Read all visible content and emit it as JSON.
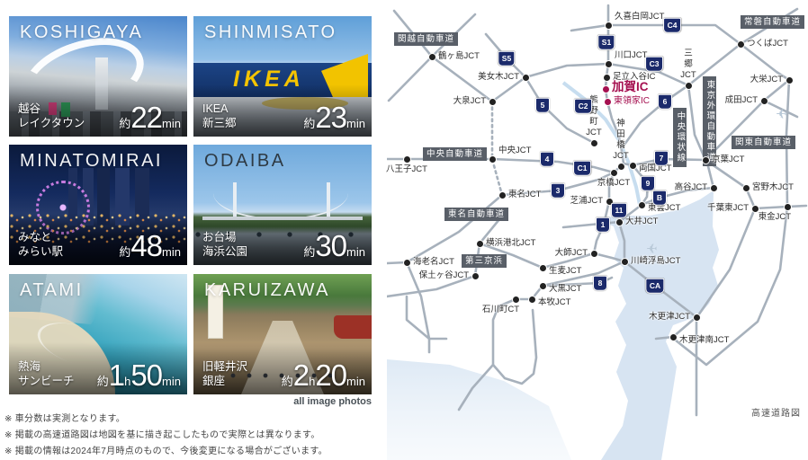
{
  "cards": [
    {
      "title": "KOSHIGAYA",
      "name_line1": "越谷",
      "name_line2": "レイクタウン",
      "time_prefix": "約",
      "time_min": "22",
      "time_unit": "min"
    },
    {
      "title": "SHINMISATO",
      "name_line1": "IKEA",
      "name_line2": "新三郷",
      "time_prefix": "約",
      "time_min": "23",
      "time_unit": "min",
      "photo_sign": "IKEA"
    },
    {
      "title": "MINATOMIRAI",
      "name_line1": "みなと",
      "name_line2": "みらい駅",
      "time_prefix": "約",
      "time_min": "48",
      "time_unit": "min"
    },
    {
      "title": "ODAIBA",
      "name_line1": "お台場",
      "name_line2": "海浜公園",
      "time_prefix": "約",
      "time_min": "30",
      "time_unit": "min"
    },
    {
      "title": "ATAMI",
      "name_line1": "熱海",
      "name_line2": "サンビーチ",
      "time_prefix": "約",
      "time_h": "1",
      "time_h_unit": "h",
      "time_min": "50",
      "time_unit": "min"
    },
    {
      "title": "KARUIZAWA",
      "name_line1": "旧軽井沢",
      "name_line2": "銀座",
      "time_prefix": "約",
      "time_h": "2",
      "time_h_unit": "h",
      "time_min": "20",
      "time_unit": "min"
    }
  ],
  "credit": "all image photos",
  "notes": [
    "※ 車分数は実測となります。",
    "※ 掲載の高速道路図は地図を基に描き起こしたもので実際とは異なります。",
    "※ 掲載の情報は2024年7月時点のもので、今後変更になる場合がございます。"
  ],
  "map": {
    "caption": "高速道路図",
    "plane_glyph": "✈",
    "junctions": [
      {
        "name": "鶴ヶ島JCT"
      },
      {
        "name": "美女木JCT"
      },
      {
        "name": "大泉JCT"
      },
      {
        "name": "久喜白岡JCT"
      },
      {
        "name": "つくばJCT"
      },
      {
        "name": "川口JCT"
      },
      {
        "name": "三郷\nJCT"
      },
      {
        "name": "大栄JCT"
      },
      {
        "name": "成田JCT"
      },
      {
        "name": "足立入谷IC"
      },
      {
        "name": "熊野町JCT"
      },
      {
        "name": "神田橋JCT"
      },
      {
        "name": "両国JCT"
      },
      {
        "name": "京橋JCT"
      },
      {
        "name": "芝浦JCT"
      },
      {
        "name": "東雲JCT"
      },
      {
        "name": "大井JCT"
      },
      {
        "name": "京葉JCT"
      },
      {
        "name": "高谷JCT"
      },
      {
        "name": "宮野木JCT"
      },
      {
        "name": "千葉東JCT"
      },
      {
        "name": "東金JCT"
      },
      {
        "name": "中央JCT"
      },
      {
        "name": "八王子JCT"
      },
      {
        "name": "東名JCT"
      },
      {
        "name": "横浜港北JCT"
      },
      {
        "name": "海老名JCT"
      },
      {
        "name": "保土ヶ谷JCT"
      },
      {
        "name": "大師JCT"
      },
      {
        "name": "生麦JCT"
      },
      {
        "name": "大黒JCT"
      },
      {
        "name": "本牧JCT"
      },
      {
        "name": "石川町CT"
      },
      {
        "name": "川崎浮島JCT"
      },
      {
        "name": "木更津JCT"
      },
      {
        "name": "木更津南JCT"
      }
    ],
    "ics": [
      {
        "name": "加賀IC"
      },
      {
        "name": "東領家IC"
      }
    ],
    "shields": [
      "S5",
      "5",
      "C2",
      "S1",
      "C4",
      "C3",
      "6",
      "4",
      "C1",
      "3",
      "7",
      "9",
      "B",
      "11",
      "1",
      "8",
      "CA"
    ],
    "road_labels": [
      "関越自動車道",
      "常磐自動車道",
      "中央自動車道",
      "東名自動車道",
      "第三京浜",
      "関東自動車道",
      "東京外環自動車道",
      "中央環状線"
    ],
    "colors": {
      "accent": "#a51050",
      "shield": "#1b2a6b",
      "road": "#a7b1bc",
      "water": "#d7e4f2",
      "label_bg": "#595f68"
    }
  }
}
